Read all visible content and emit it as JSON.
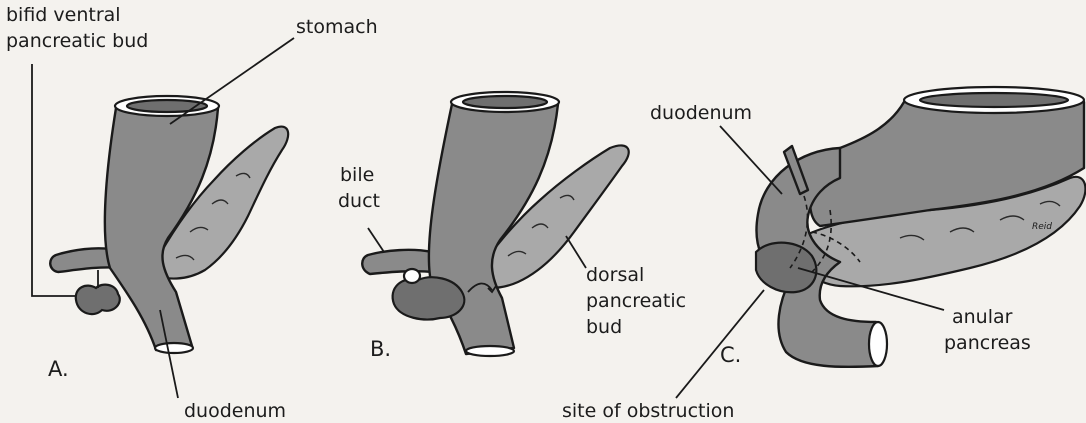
{
  "labels": {
    "bifid_ventral_1": "bifid ventral",
    "bifid_ventral_2": "pancreatic bud",
    "stomach": "stomach",
    "duodenum_a": "duodenum",
    "panel_a": "A.",
    "bile_duct_1": "bile",
    "bile_duct_2": "duct",
    "dorsal_1": "dorsal",
    "dorsal_2": "pancreatic",
    "dorsal_3": "bud",
    "panel_b": "B.",
    "duodenum_c": "duodenum",
    "anular_1": "anular",
    "anular_2": "pancreas",
    "panel_c": "C.",
    "site": "site of obstruction",
    "signature": "Reid"
  }
}
